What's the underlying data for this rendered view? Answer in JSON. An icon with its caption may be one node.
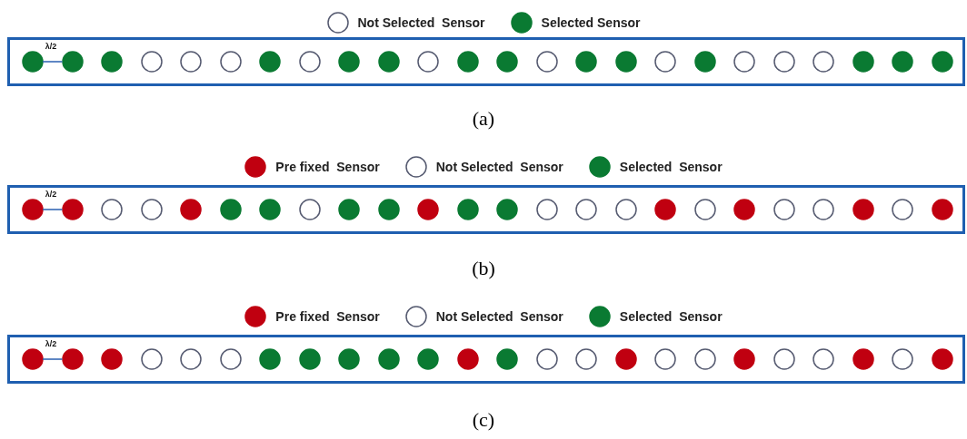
{
  "diagram": {
    "nodes": [
      {
        "text": [],
        "shape": "box"
      },
      {
        "text": [],
        "shape": "circle",
        "in": 0
      },
      {
        "text": [],
        "shape": "circle",
        "in": 0
      },
      {
        "text": [],
        "shape": "circle",
        "in": 0
      },
      {
        "text": [],
        "shape": "circle",
        "in": 0
      },
      {
        "text": [],
        "shape": "circle",
        "in": 0
      },
      {
        "text": [],
        "shape": "circle",
        "in": 0
      },
      {
        "text": [],
        "shape": "circle",
        "in": 0
      },
      {
        "text": [],
        "shape": "circle",
        "in": 0
      },
      {
        "text": [],
        "shape": "circle",
        "in": 0
      },
      {
        "text": [],
        "shape": "circle",
        "in": 0
      },
      {
        "text": [],
        "shape": "circle",
        "in": 0
      },
      {
        "text": [],
        "shape": "circle",
        "in": 0
      },
      {
        "text": [],
        "shape": "circle",
        "in": 0
      },
      {
        "text": [],
        "shape": "circle",
        "in": 0
      },
      {
        "text": [],
        "shape": "circle",
        "in": 0
      },
      {
        "text": [],
        "shape": "circle",
        "in": 0
      },
      {
        "text": [],
        "shape": "circle",
        "in": 0
      },
      {
        "text": [],
        "shape": "circle",
        "in": 0
      },
      {
        "text": [],
        "shape": "circle",
        "in": 0
      },
      {
        "text": [],
        "shape": "circle",
        "in": 0
      },
      {
        "text": [],
        "shape": "circle",
        "in": 0
      },
      {
        "text": [],
        "shape": "circle",
        "in": 0
      },
      {
        "text": [],
        "shape": "circle",
        "in": 0
      },
      {
        "text": [],
        "shape": "circle",
        "in": 0
      },
      {
        "text": [],
        "shape": "box"
      },
      {
        "text": [],
        "shape": "circle",
        "in": 25
      },
      {
        "text": [],
        "shape": "circle",
        "in": 25
      },
      {
        "text": [],
        "shape": "circle",
        "in": 25
      },
      {
        "text": [],
        "shape": "circle",
        "in": 25
      },
      {
        "text": [],
        "shape": "circle",
        "in": 25
      },
      {
        "text": [],
        "shape": "circle",
        "in": 25
      },
      {
        "text": [],
        "shape": "circle",
        "in": 25
      },
      {
        "text": [],
        "shape": "circle",
        "in": 25
      },
      {
        "text": [],
        "shape": "circle",
        "in": 25
      },
      {
        "text": [],
        "shape": "circle",
        "in": 25
      },
      {
        "text": [],
        "shape": "circle",
        "in": 25
      },
      {
        "text": [],
        "shape": "circle",
        "in": 25
      },
      {
        "text": [],
        "shape": "circle",
        "in": 25
      },
      {
        "text": [],
        "shape": "circle",
        "in": 25
      },
      {
        "text": [],
        "shape": "circle",
        "in": 25
      },
      {
        "text": [],
        "shape": "circle",
        "in": 25
      },
      {
        "text": [],
        "shape": "circle",
        "in": 25
      },
      {
        "text": [],
        "shape": "circle",
        "in": 25
      },
      {
        "text": [],
        "shape": "circle",
        "in": 25
      },
      {
        "text": [],
        "shape": "circle",
        "in": 25
      },
      {
        "text": [],
        "shape": "circle",
        "in": 25
      },
      {
        "text": [],
        "shape": "circle",
        "in": 25
      },
      {
        "text": [],
        "shape": "circle",
        "in": 25
      },
      {
        "text": [],
        "shape": "circle",
        "in": 25
      },
      {
        "text": [],
        "shape": "box"
      },
      {
        "text": [],
        "shape": "circle",
        "in": 50
      },
      {
        "text": [],
        "shape": "circle",
        "in": 50
      },
      {
        "text": [],
        "shape": "circle",
        "in": 50
      },
      {
        "text": [],
        "shape": "circle",
        "in": 50
      },
      {
        "text": [],
        "shape": "circle",
        "in": 50
      },
      {
        "text": [],
        "shape": "circle",
        "in": 50
      },
      {
        "text": [],
        "shape": "circle",
        "in": 50
      },
      {
        "text": [],
        "shape": "circle",
        "in": 50
      },
      {
        "text": [],
        "shape": "circle",
        "in": 50
      },
      {
        "text": [],
        "shape": "circle",
        "in": 50
      },
      {
        "text": [],
        "shape": "circle",
        "in": 50
      },
      {
        "text": [],
        "shape": "circle",
        "in": 50
      },
      {
        "text": [],
        "shape": "circle",
        "in": 50
      },
      {
        "text": [],
        "shape": "circle",
        "in": 50
      },
      {
        "text": [],
        "shape": "circle",
        "in": 50
      },
      {
        "text": [],
        "shape": "circle",
        "in": 50
      },
      {
        "text": [],
        "shape": "circle",
        "in": 50
      },
      {
        "text": [],
        "shape": "circle",
        "in": 50
      },
      {
        "text": [],
        "shape": "circle",
        "in": 50
      },
      {
        "text": [],
        "shape": "circle",
        "in": 50
      },
      {
        "text": [],
        "shape": "circle",
        "in": 50
      },
      {
        "text": [],
        "shape": "circle",
        "in": 50
      },
      {
        "text": [],
        "shape": "circle",
        "in": 50
      },
      {
        "text": [],
        "shape": "circle",
        "in": 50
      }
    ],
    "labels": [
      "λ/2",
      "(a)",
      "λ/2",
      "(b)",
      "λ/2",
      "(c)"
    ],
    "legend": [
      {
        "text": "Not Selected  Sensor"
      },
      {
        "text": "Selected Sensor",
        "color": "#0a7a32"
      },
      {
        "text": "Pre fixed  Sensor",
        "color": "#c00010"
      },
      {
        "text": "Not Selected  Sensor"
      },
      {
        "text": "Selected  Sensor",
        "color": "#0a7a32"
      },
      {
        "text": "Pre fixed  Sensor",
        "color": "#c00010"
      },
      {
        "text": "Not Selected  Sensor"
      },
      {
        "text": "Selected  Sensor",
        "color": "#0a7a32"
      }
    ]
  }
}
